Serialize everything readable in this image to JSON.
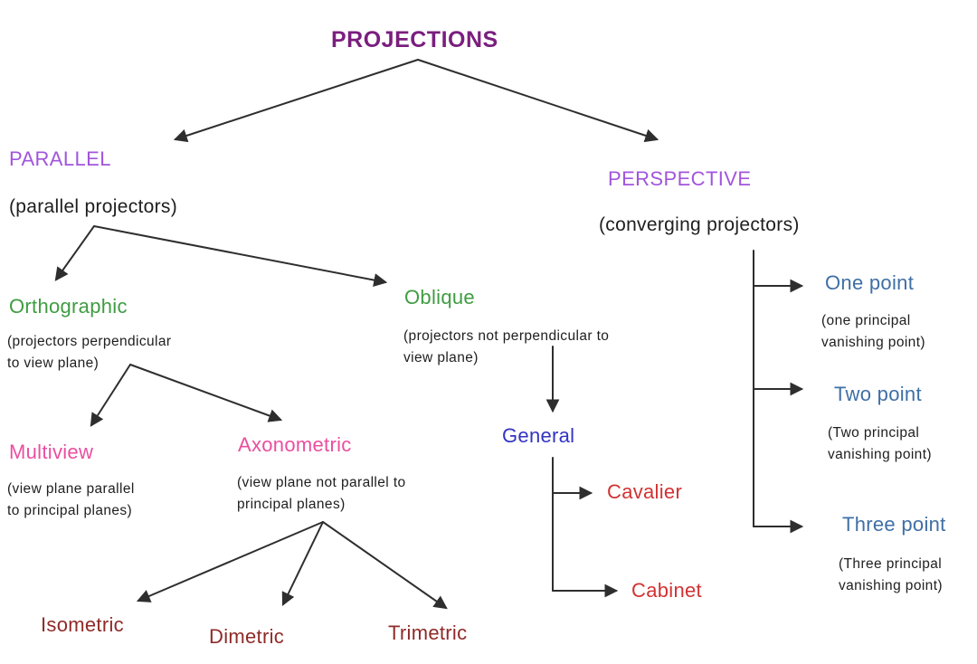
{
  "diagram": {
    "title": {
      "label": "PROJECTIONS",
      "color": "#7A1E7E"
    },
    "nodes": {
      "parallel": {
        "label": "PARALLEL",
        "note": "(parallel projectors)",
        "color": "#A155DC"
      },
      "perspective": {
        "label": "PERSPECTIVE",
        "note": "(converging projectors)",
        "color": "#A155DC"
      },
      "orthographic": {
        "label": "Orthographic",
        "note": "(projectors perpendicular\nto view plane)",
        "color": "#3F9C42"
      },
      "oblique": {
        "label": "Oblique",
        "note": "(projectors not perpendicular to\nview plane)",
        "color": "#3F9C42"
      },
      "multiview": {
        "label": "Multiview",
        "note": "(view plane parallel\nto principal planes)",
        "color": "#EA4F9F"
      },
      "axonometric": {
        "label": "Axonometric",
        "note": "(view plane not parallel to\nprincipal planes)",
        "color": "#EA4F9F"
      },
      "general": {
        "label": "General",
        "color": "#3333C4"
      },
      "cavalier": {
        "label": "Cavalier",
        "color": "#D23232"
      },
      "cabinet": {
        "label": "Cabinet",
        "color": "#D23232"
      },
      "one_point": {
        "label": "One point",
        "note": "(one principal\nvanishing point)",
        "color": "#3E6FA6"
      },
      "two_point": {
        "label": "Two point",
        "note": "(Two principal\nvanishing point)",
        "color": "#3E6FA6"
      },
      "three_point": {
        "label": "Three point",
        "note": "(Three principal\nvanishing point)",
        "color": "#3E6FA6"
      },
      "isometric": {
        "label": "Isometric",
        "color": "#8E2B28"
      },
      "dimetric": {
        "label": "Dimetric",
        "color": "#8E2B28"
      },
      "trimetric": {
        "label": "Trimetric",
        "color": "#8E2B28"
      }
    },
    "edges": [
      "PROJECTIONS->PARALLEL",
      "PROJECTIONS->PERSPECTIVE",
      "PARALLEL->Orthographic",
      "PARALLEL->Oblique",
      "Orthographic->Multiview",
      "Orthographic->Axonometric",
      "Oblique->General",
      "General->Cavalier",
      "General->Cabinet",
      "PERSPECTIVE->One point",
      "PERSPECTIVE->Two point",
      "PERSPECTIVE->Three point",
      "Axonometric->Isometric",
      "Axonometric->Dimetric",
      "Axonometric->Trimetric"
    ],
    "arrow_color": "#2e2e2e"
  }
}
